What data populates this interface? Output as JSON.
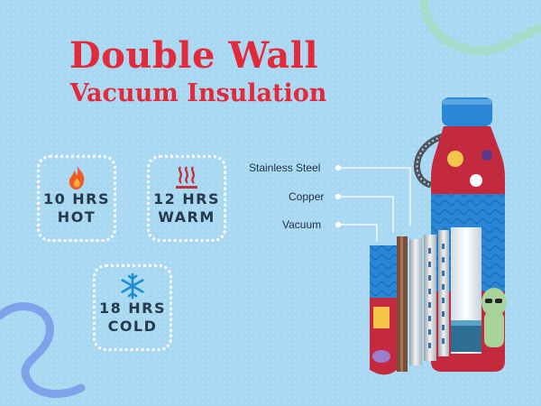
{
  "heading": {
    "line1": "Double Wall",
    "line2": "Vacuum Insulation"
  },
  "badges": [
    {
      "line1": "10 HRS",
      "line2": "HOT",
      "icon": "flame-icon"
    },
    {
      "line1": "12 HRS",
      "line2": "WARM",
      "icon": "heat-waves-icon"
    },
    {
      "line1": "18 HRS",
      "line2": "COLD",
      "icon": "snowflake-icon"
    }
  ],
  "layers": {
    "stainless": "Stainless Steel",
    "copper": "Copper",
    "vacuum": "Vacuum"
  },
  "colors": {
    "background": "#a9d8f2",
    "heading": "#e22a3b",
    "bottle_blue": "#2a86d6",
    "bottle_red": "#c42a3e"
  }
}
